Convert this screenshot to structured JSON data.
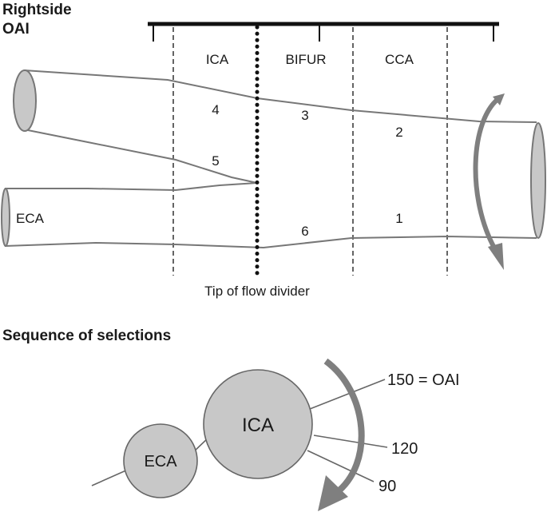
{
  "diagram": {
    "title_line1": "Rightside",
    "title_line2": "OAI",
    "segments": {
      "ica": "ICA",
      "bifur": "BIFUR",
      "cca": "CCA"
    },
    "points": [
      "1",
      "2",
      "3",
      "4",
      "5",
      "6"
    ],
    "eca_vessel": "ECA",
    "flow_divider": "Tip of flow divider"
  },
  "sequence": {
    "heading": "Sequence of selections",
    "ica": "ICA",
    "eca": "ECA",
    "angle_150": "150 = OAI",
    "angle_120": "120",
    "angle_90": "90"
  },
  "colors": {
    "vessel_fill": "#c8c8c8",
    "line": "#777777",
    "arrow": "#7f7f7f",
    "text": "#1a1a1a"
  }
}
